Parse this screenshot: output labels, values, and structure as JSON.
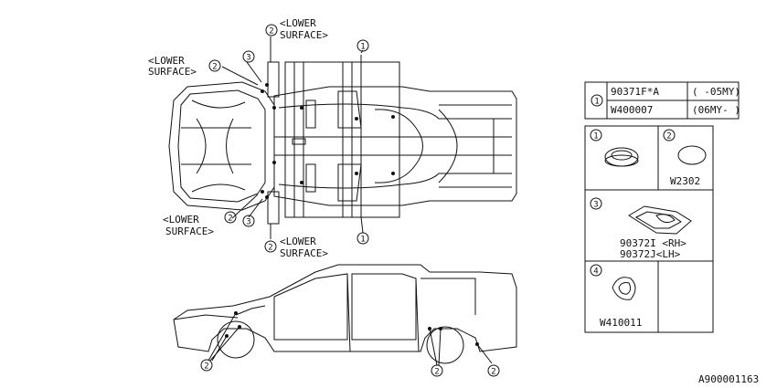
{
  "callouts": {
    "c1": "1",
    "c2": "2",
    "c3": "3",
    "c4": "4"
  },
  "labels": {
    "lower_top_l1": "<LOWER",
    "lower_top_l2": "SURFACE>",
    "lower_left_l1": "<LOWER",
    "lower_left_l2": "SURFACE>",
    "lower_bl_l1": "<LOWER",
    "lower_bl_l2": "SURFACE>",
    "lower_bot_l1": "<LOWER",
    "lower_bot_l2": "SURFACE>"
  },
  "parts_table": {
    "rows": [
      {
        "index": "1",
        "part": "90371F*A",
        "range": "( -05MY)"
      },
      {
        "part": "W400007",
        "range": "(06MY- )"
      }
    ]
  },
  "parts_grid": {
    "cell1": {
      "index": "1"
    },
    "cell2": {
      "index": "2",
      "part": "W2302"
    },
    "cell3": {
      "index": "3",
      "part_rh": "90372I <RH>",
      "part_lh": "90372J<LH>"
    },
    "cell4": {
      "index": "4",
      "part": "W410011"
    }
  },
  "reference_code": "A900001163"
}
